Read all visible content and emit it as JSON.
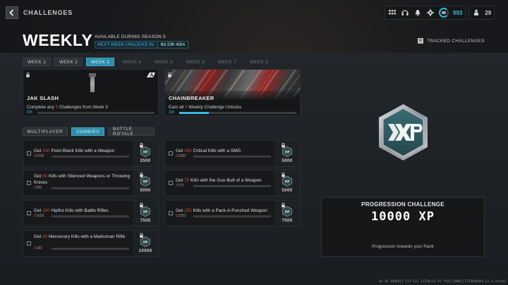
{
  "topbar": {
    "breadcrumb": "CHALLENGES",
    "hud": {
      "icons": [
        "grid-menu-icon",
        "headset-icon",
        "bell-icon",
        "gear-icon"
      ],
      "level_value": "993",
      "players_value": "29"
    }
  },
  "header": {
    "title": "WEEKLY",
    "availability": "AVAILABLE DURING SEASON 5",
    "unlock_label": "NEXT WEEK UNLOCKS IN",
    "unlock_time": "6d 23h 43m",
    "tracked_key": "R",
    "tracked_label": "TRACKED CHALLENGES"
  },
  "weeks": [
    {
      "label": "WEEK 1",
      "state": "unlocked"
    },
    {
      "label": "WEEK 2",
      "state": "unlocked"
    },
    {
      "label": "WEEK 3",
      "state": "active"
    },
    {
      "label": "WEEK 4",
      "state": "locked"
    },
    {
      "label": "WEEK 5",
      "state": "locked"
    },
    {
      "label": "WEEK 6",
      "state": "locked"
    },
    {
      "label": "WEEK 7",
      "state": "locked"
    },
    {
      "label": "WEEK 8",
      "state": "locked"
    }
  ],
  "rewards": [
    {
      "name": "JAK SLASH",
      "desc_pre": "Complete any ",
      "desc_num": "5",
      "desc_post": " Challenges from Week 3",
      "progress": "0/5",
      "percent": 0
    },
    {
      "name": "CHAINBREAKER",
      "desc_pre": "Earn all ",
      "desc_num": "8",
      "desc_post": " Weekly Challenge Unlocks",
      "progress": "2/8",
      "percent": 25
    }
  ],
  "modes": [
    {
      "label": "MULTIPLAYER",
      "active": false
    },
    {
      "label": "ZOMBIES",
      "active": true
    },
    {
      "label": "BATTLE ROYALE",
      "active": false
    }
  ],
  "challenges": [
    {
      "pre": "Get ",
      "num": "100",
      "post": " Point Blank Kills with a Weapon",
      "current": "0",
      "total": "/100",
      "xp": "2500"
    },
    {
      "pre": "Get ",
      "num": "300",
      "post": " Critical Kills with a SMG",
      "current": "0",
      "total": "/300",
      "xp": "5000"
    },
    {
      "pre": "Get ",
      "num": "50",
      "post": " Kills with Silenced Weapons or Throwing Knives",
      "current": "0",
      "total": "/50",
      "xp": "5000"
    },
    {
      "pre": "Get ",
      "num": "75",
      "post": " Kills with the Gun-Butt of a Weapon",
      "current": "0",
      "total": "/75",
      "xp": "5000"
    },
    {
      "pre": "Get ",
      "num": "100",
      "post": " Hipfire Kills with Battle Rifles",
      "current": "0",
      "total": "/100",
      "xp": "7500"
    },
    {
      "pre": "Get ",
      "num": "250",
      "post": " Kills with a Pack-A-Punched Weapon",
      "current": "0",
      "total": "/250",
      "xp": "7500"
    },
    {
      "pre": "Get ",
      "num": "30",
      "post": " Mercenary Kills with a Marksman Rifle",
      "current": "0",
      "total": "/30",
      "xp": "10000"
    }
  ],
  "progression": {
    "heading": "PROGRESSION CHALLENGE",
    "value": "10000 XP",
    "subtitle": "Progression towards your Rank",
    "badge_label": "XP"
  },
  "footer": {
    "build_id": "10.10.1080423 [57:13] 11258+11:A] The[7]000][1723640445,pl.5,steam]"
  },
  "colors": {
    "accent": "#2d8eaa",
    "highlight": "#3ab8e6",
    "number_red": "#e0452f"
  }
}
